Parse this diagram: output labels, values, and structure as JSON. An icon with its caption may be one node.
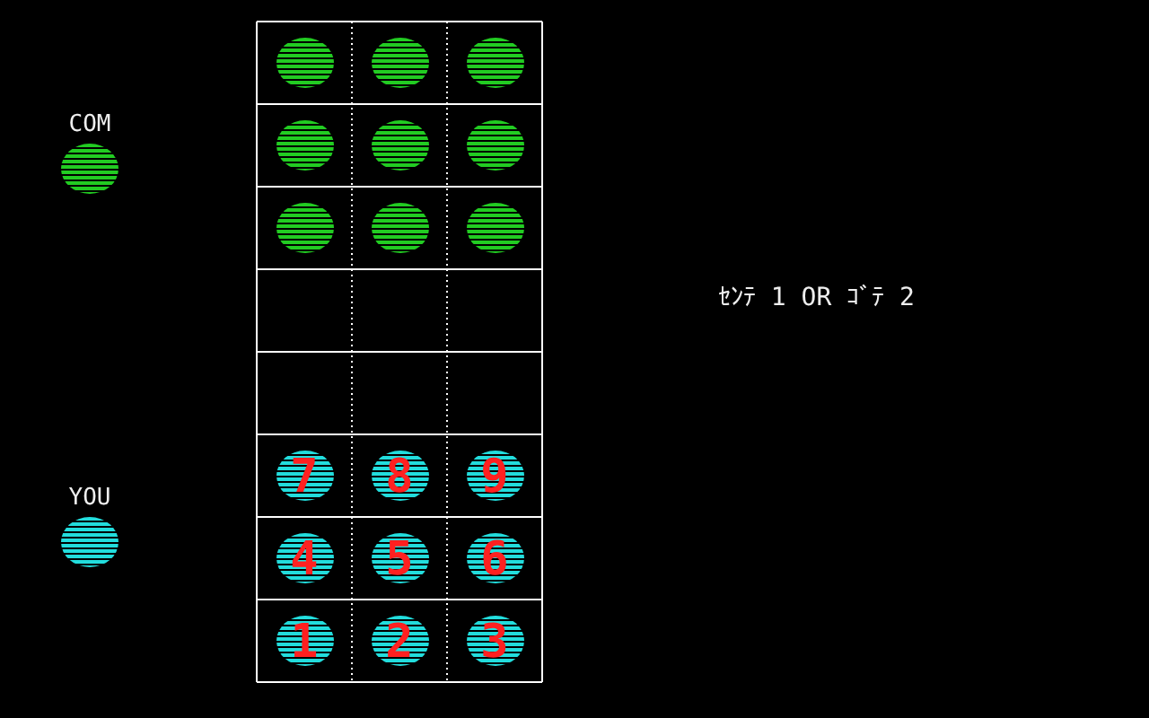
{
  "diagram": {
    "nodes": [
      {
        "text": [
          "COM"
        ]
      },
      {
        "text": [
          "YOU"
        ]
      },
      {
        "text": [],
        "shape": "circle"
      },
      {
        "text": [],
        "shape": "circle"
      },
      {
        "text": [],
        "shape": "circle"
      },
      {
        "text": [],
        "shape": "circle"
      },
      {
        "text": [],
        "shape": "circle"
      },
      {
        "text": [],
        "shape": "circle"
      },
      {
        "text": [],
        "shape": "circle"
      },
      {
        "text": [],
        "shape": "circle"
      },
      {
        "text": [],
        "shape": "circle"
      },
      {
        "text": [
          "7"
        ]
      },
      {
        "text": [
          "8"
        ]
      },
      {
        "text": [
          "9"
        ]
      },
      {
        "text": [
          "4"
        ]
      },
      {
        "text": [
          "5"
        ]
      },
      {
        "text": [
          "6"
        ]
      },
      {
        "text": [
          "1"
        ]
      },
      {
        "text": [
          "2"
        ]
      },
      {
        "text": [
          "3"
        ]
      }
    ],
    "edges": [],
    "labels": [
      "ｾﾝﾃ 1 OR ｺﾞﾃ 2"
    ]
  }
}
